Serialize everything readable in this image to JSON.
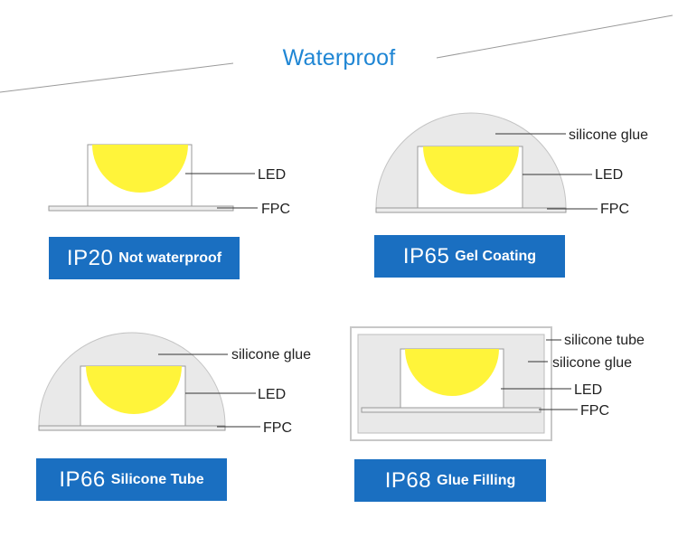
{
  "header": {
    "title": "Waterproof"
  },
  "panels": [
    {
      "badge": {
        "code": "IP20",
        "desc": "Not waterproof"
      },
      "labels": {
        "led": "LED",
        "fpc": "FPC"
      }
    },
    {
      "badge": {
        "code": "IP65",
        "desc": "Gel Coating"
      },
      "labels": {
        "glue": "silicone glue",
        "led": "LED",
        "fpc": "FPC"
      }
    },
    {
      "badge": {
        "code": "IP66",
        "desc": "Silicone Tube"
      },
      "labels": {
        "glue": "silicone glue",
        "led": "LED",
        "fpc": "FPC"
      }
    },
    {
      "badge": {
        "code": "IP68",
        "desc": "Glue Filling"
      },
      "labels": {
        "tube": "silicone tube",
        "glue": "silicone glue",
        "led": "LED",
        "fpc": "FPC"
      }
    }
  ],
  "colors": {
    "accent_title": "#1f86d4",
    "badge_bg": "#1a6fc1",
    "led_yellow": "#fff43a",
    "dome_gray": "#e9e9e9",
    "outline_gray": "#c8c8c8"
  }
}
